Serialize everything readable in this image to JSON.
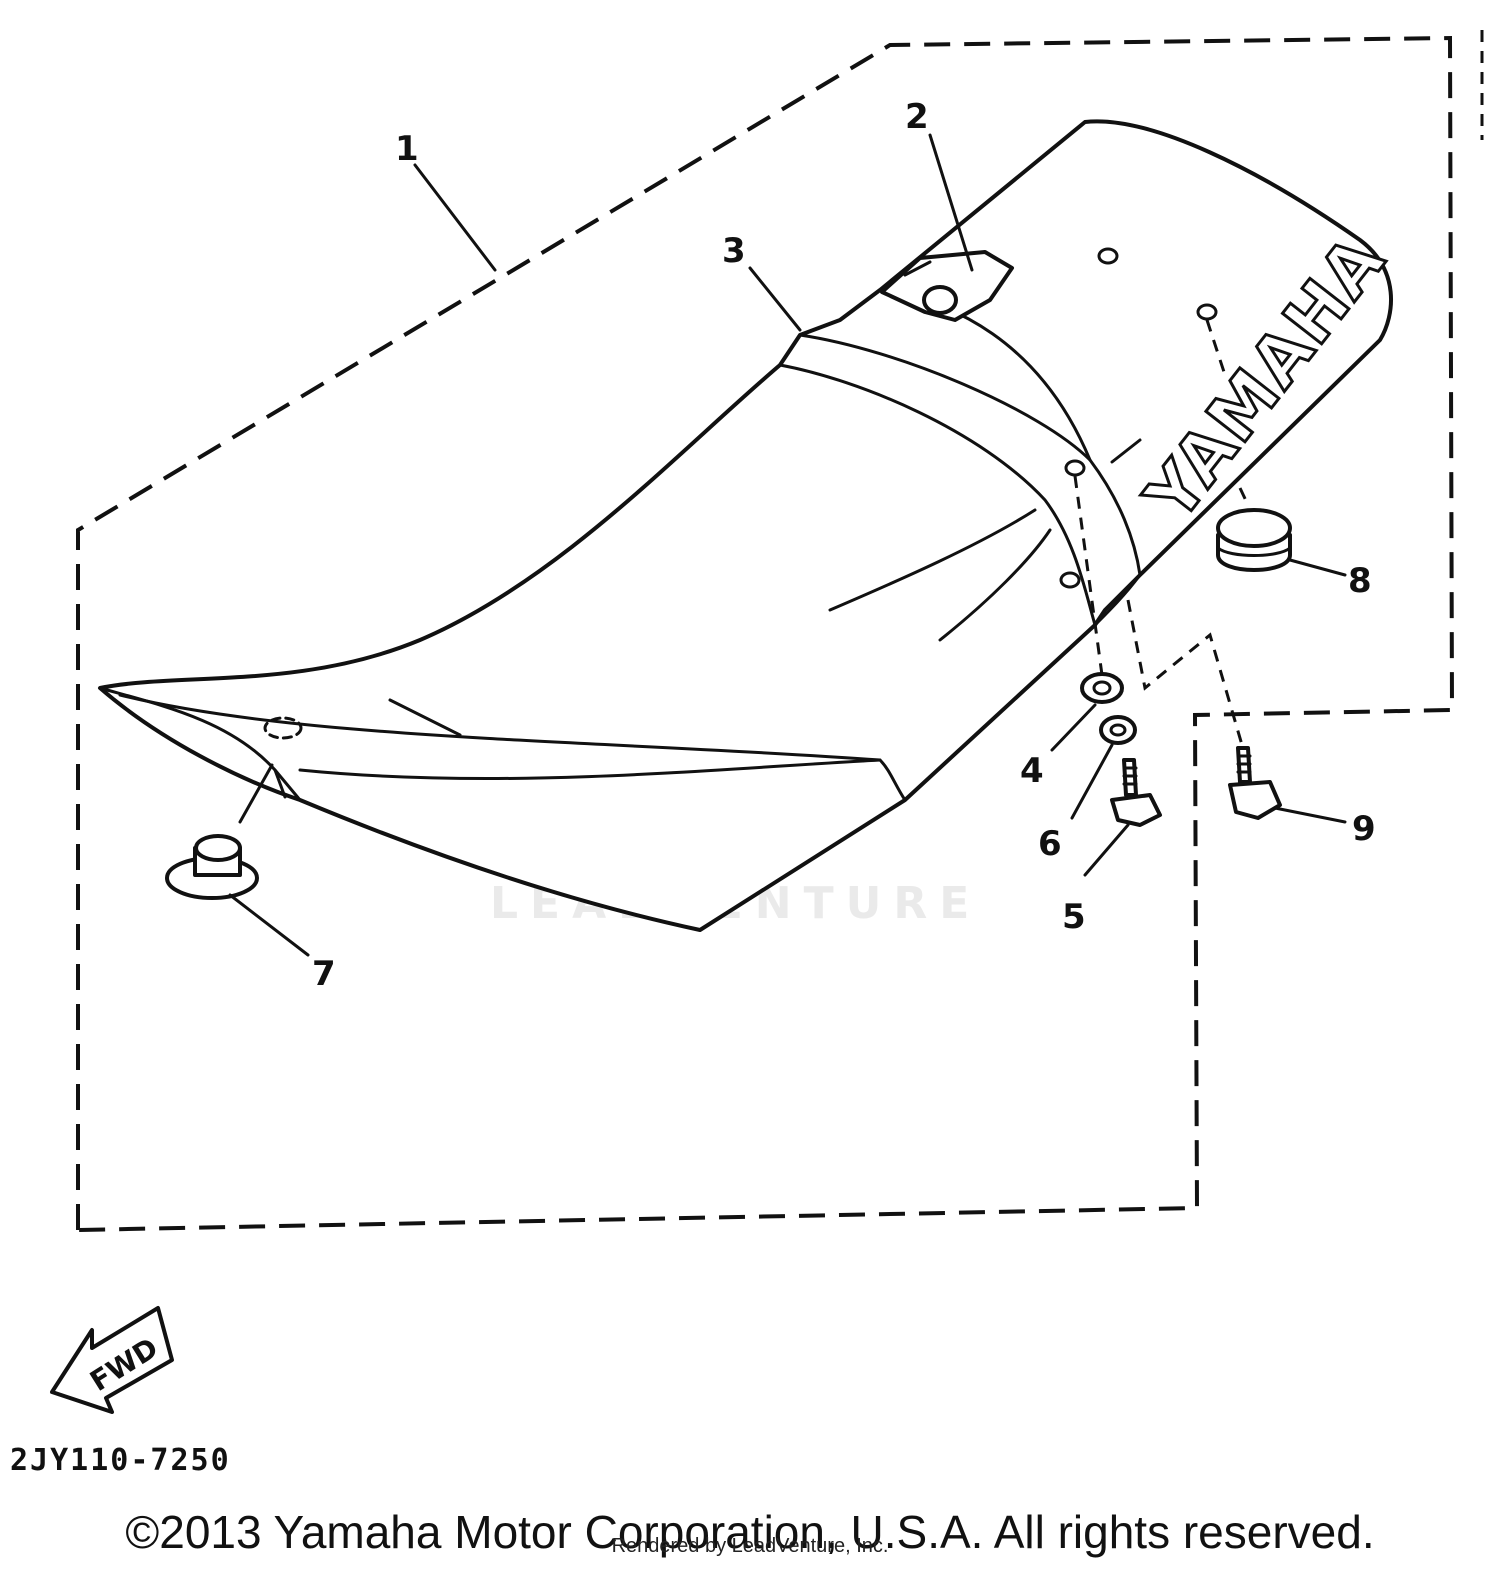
{
  "diagram": {
    "callouts": [
      "1",
      "2",
      "3",
      "4",
      "5",
      "6",
      "7",
      "8",
      "9"
    ],
    "logo_text": "YAMAHA",
    "direction_label": "FWD",
    "diagram_code": "2JY110-7250",
    "watermark": "LEADVENTURE"
  },
  "footer": {
    "copyright": "©2013 Yamaha Motor Corporation, U.S.A. All rights reserved.",
    "rendered_by": "Rendered by LeadVenture, Inc."
  }
}
